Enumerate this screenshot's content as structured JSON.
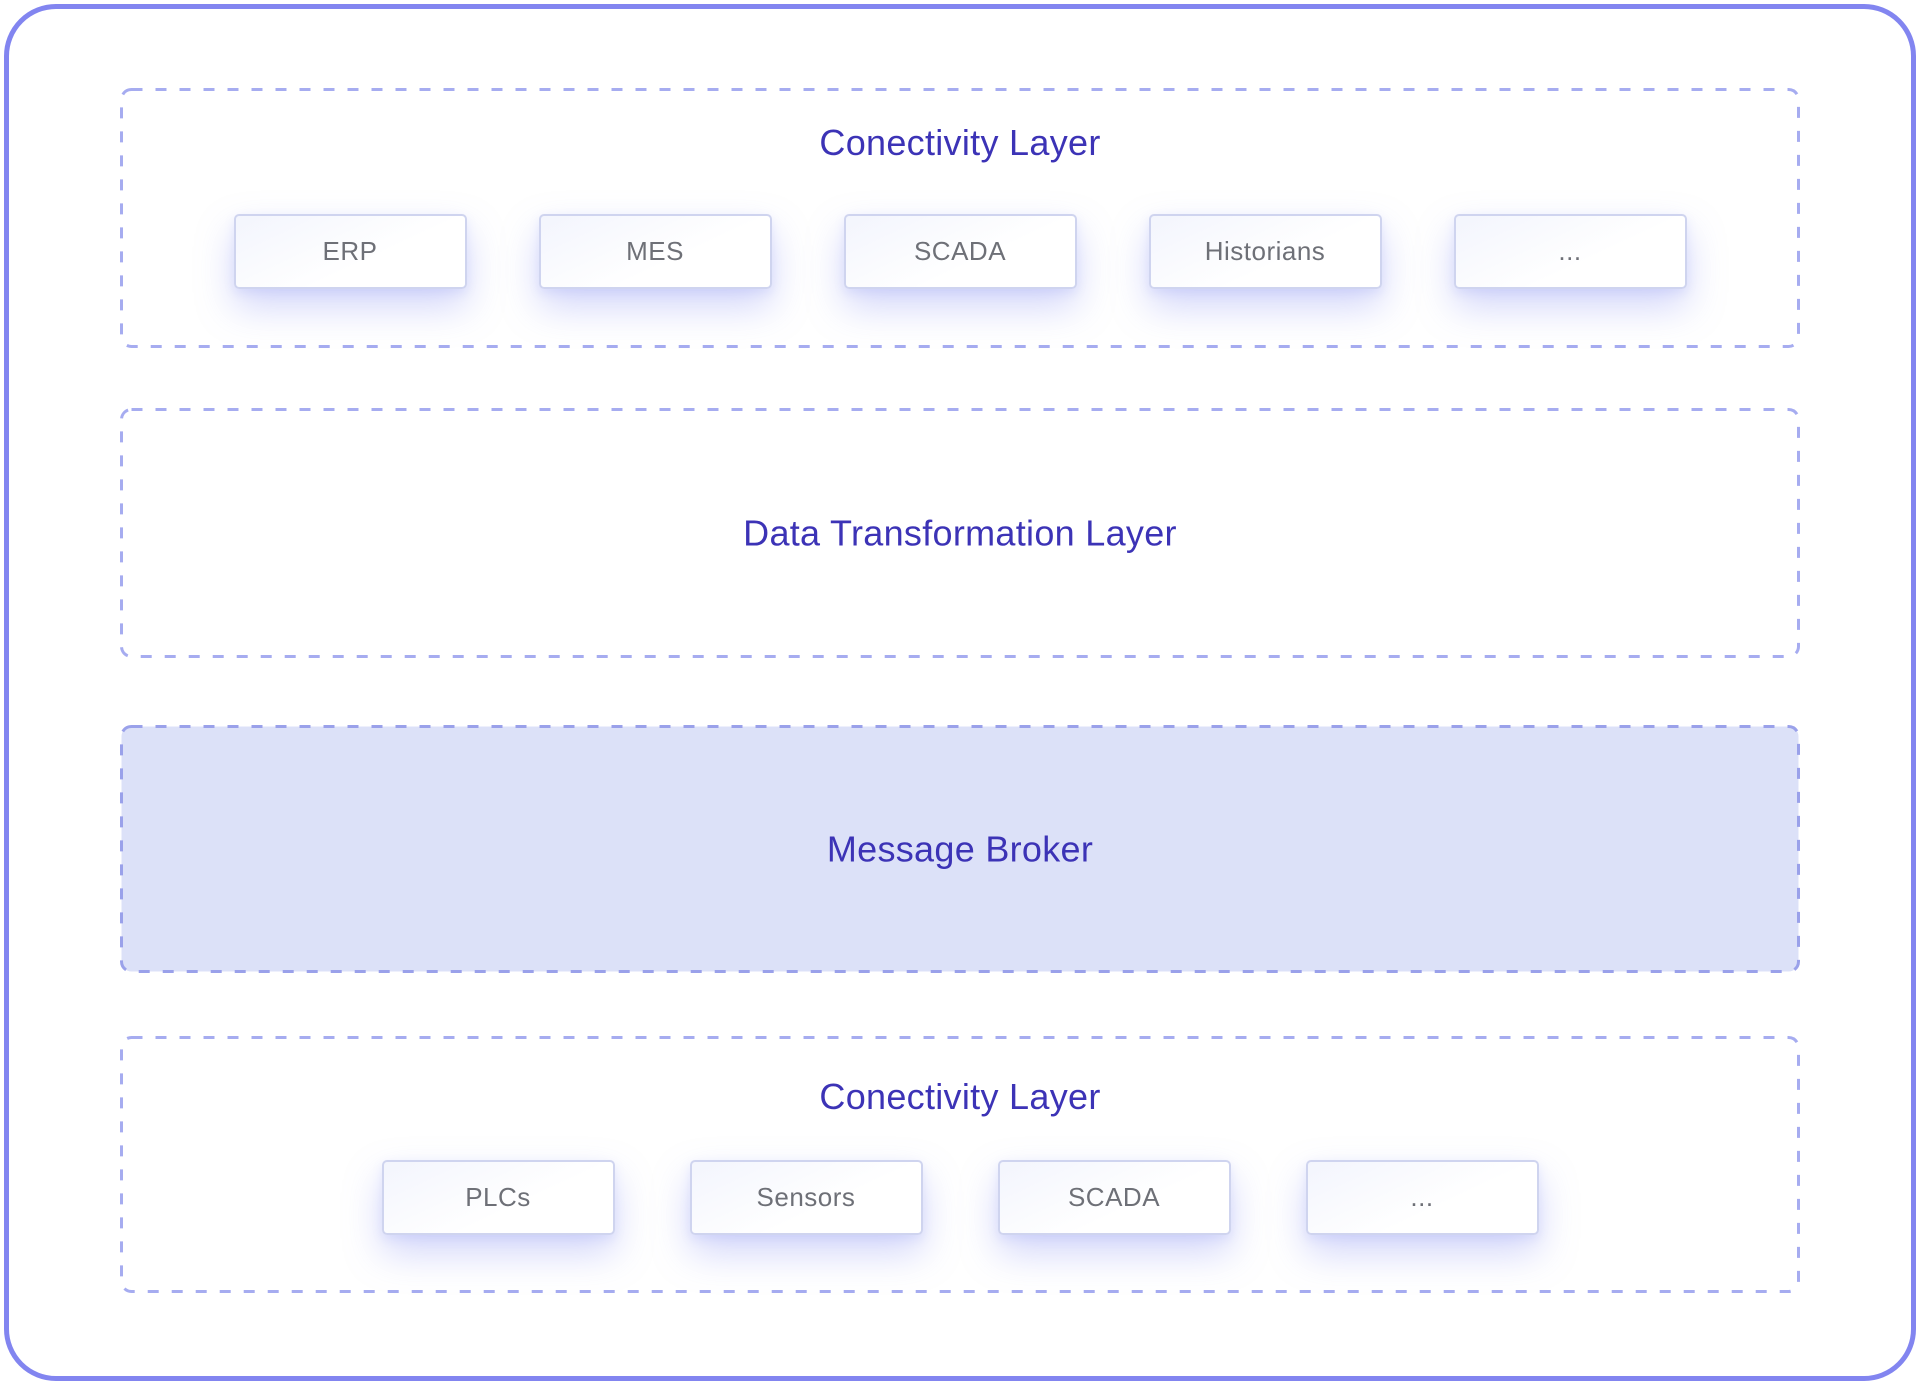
{
  "colors": {
    "outer_border": "#8285f0",
    "layer_dash": "#a6acf0",
    "broker_dash": "#9aa1ea",
    "broker_fill": "#dce1f8",
    "title_text": "#3c33b6",
    "node_text": "#6e7077",
    "node_border": "#cfd4ef"
  },
  "layers": [
    {
      "title": "Conectivity Layer",
      "items": [
        "ERP",
        "MES",
        "SCADA",
        "Historians",
        "..."
      ]
    },
    {
      "title": "Data Transformation Layer",
      "items": []
    },
    {
      "title": "Message Broker",
      "items": [],
      "highlighted": true
    },
    {
      "title": "Conectivity Layer",
      "items": [
        "PLCs",
        "Sensors",
        "SCADA",
        "..."
      ]
    }
  ]
}
